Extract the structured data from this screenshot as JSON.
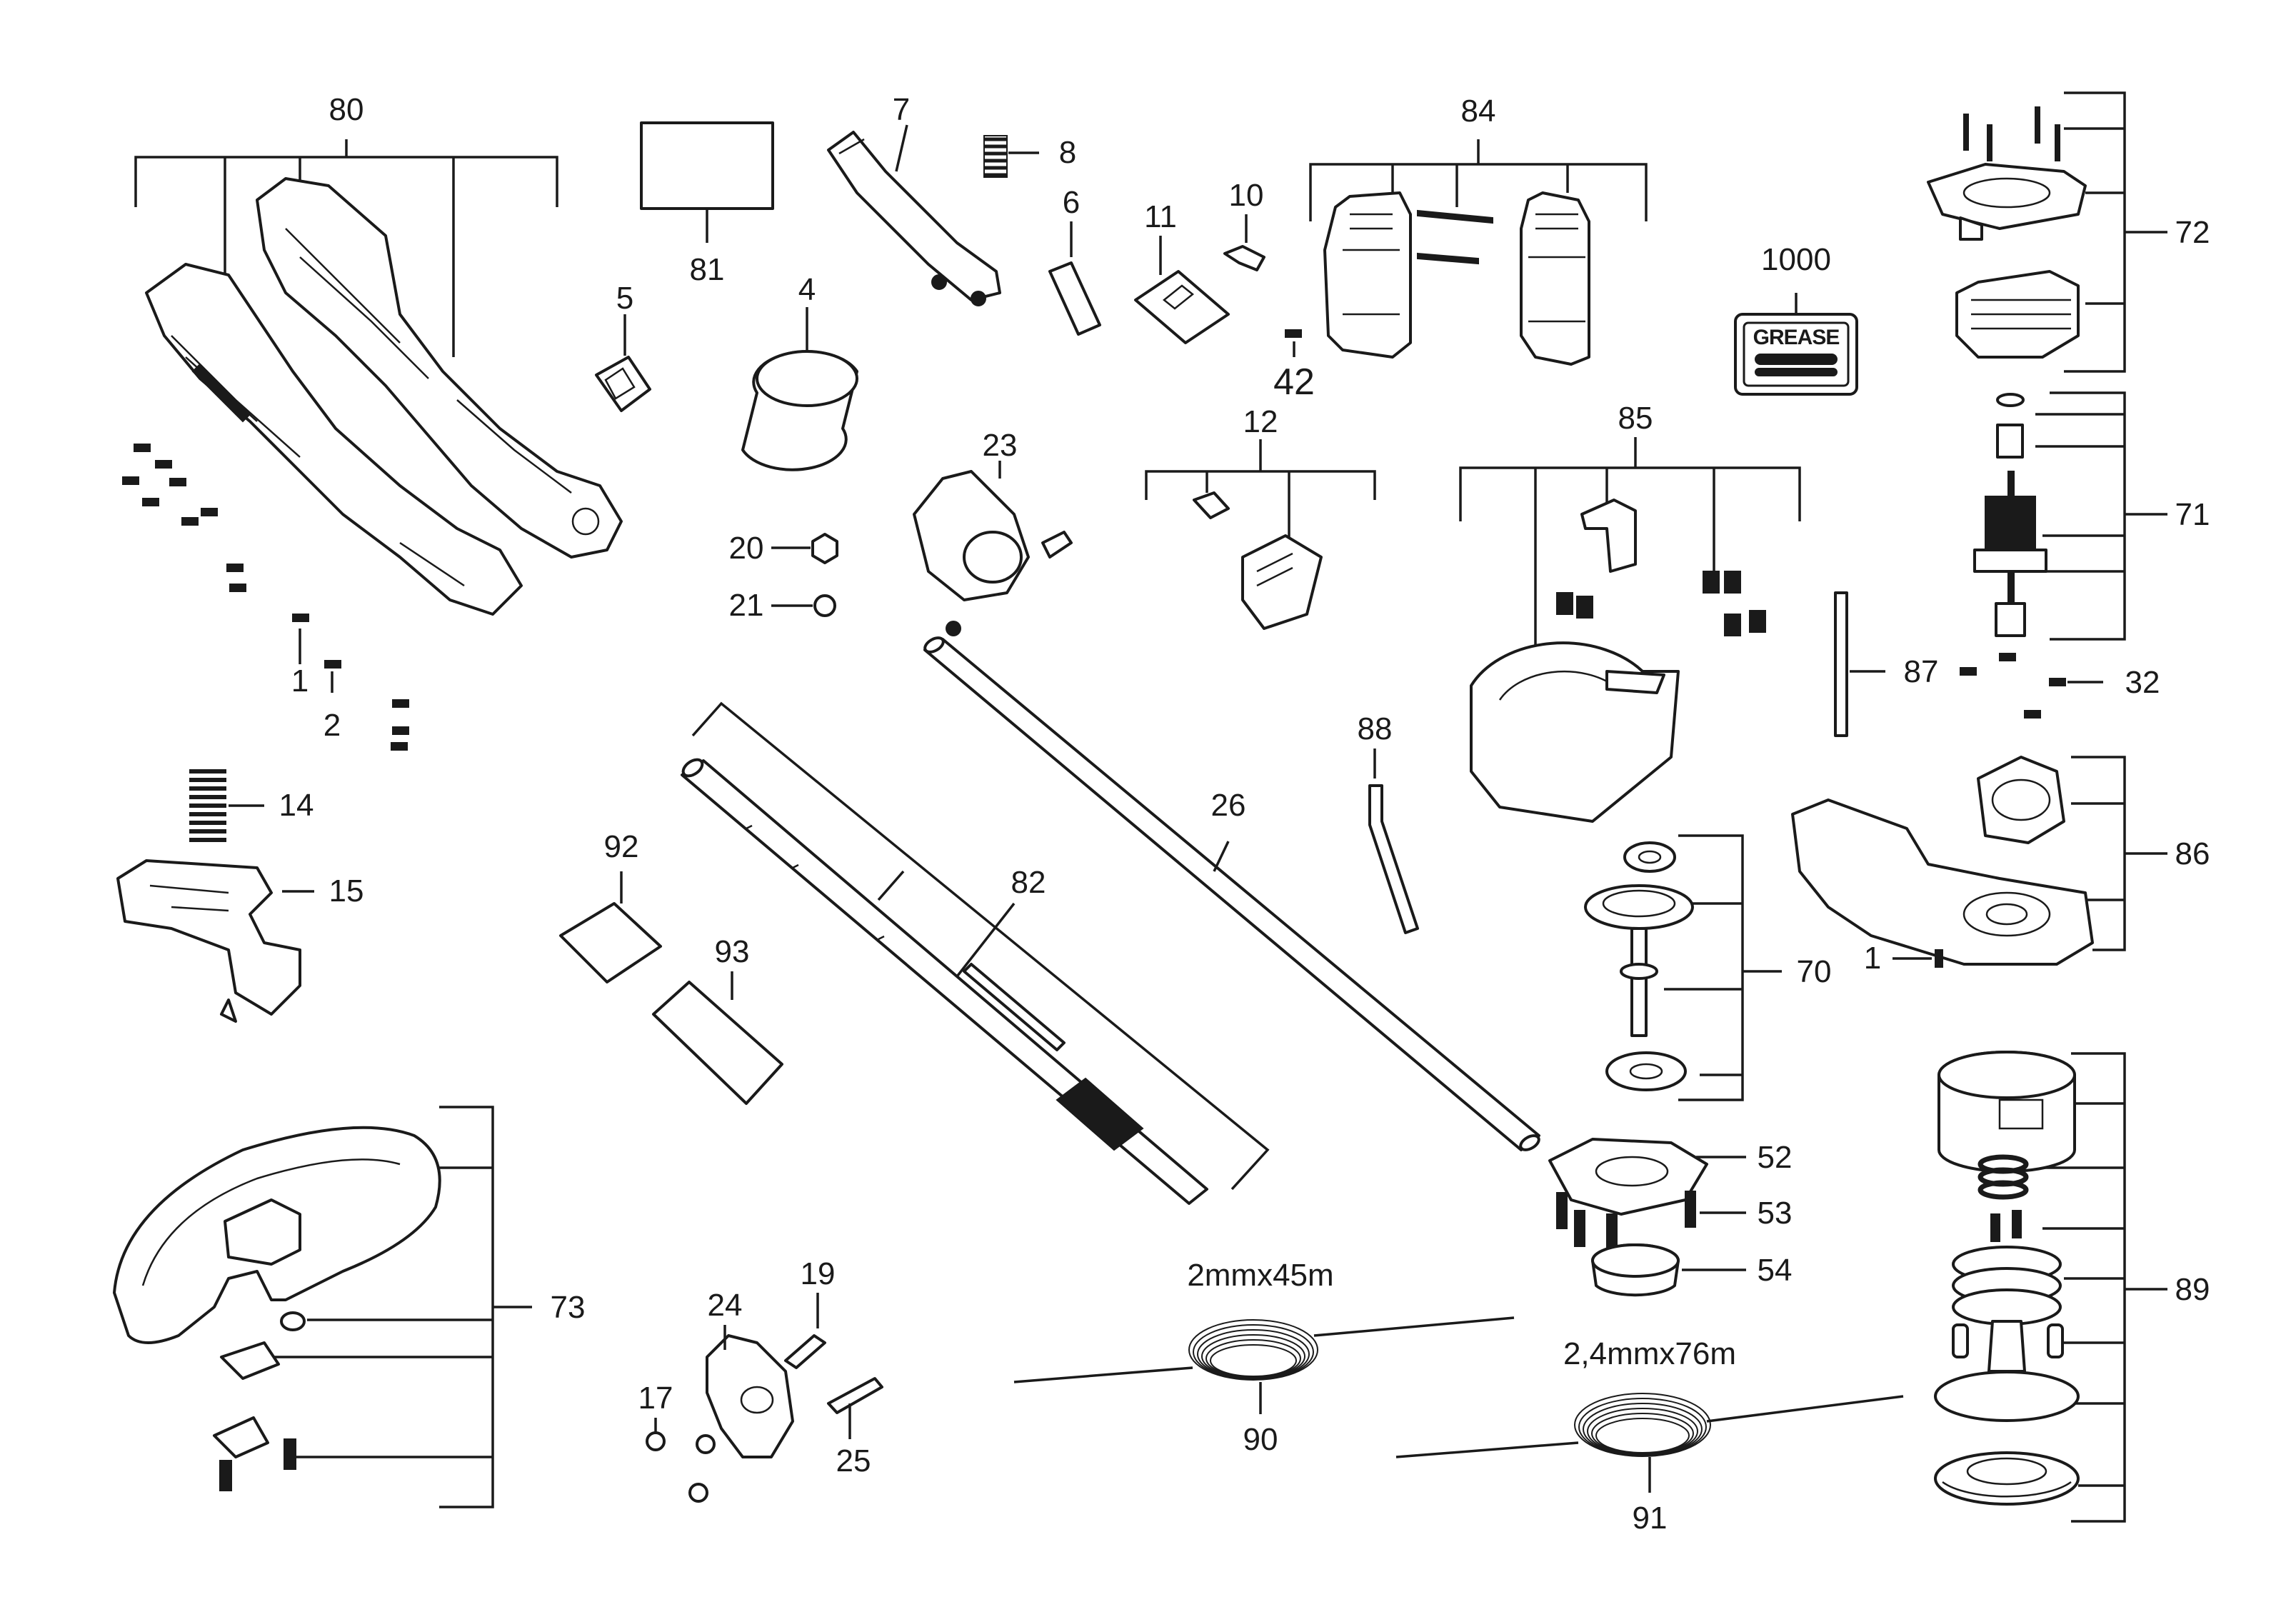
{
  "callouts": {
    "c80": "80",
    "c81": "81",
    "c7": "7",
    "c8": "8",
    "c6": "6",
    "c11": "11",
    "c10": "10",
    "c84": "84",
    "c42": "42",
    "c1000": "1000",
    "c72": "72",
    "c71": "71",
    "c32": "32",
    "c5": "5",
    "c4": "4",
    "c23": "23",
    "c12": "12",
    "c85": "85",
    "c20": "20",
    "c21": "21",
    "c1a": "1",
    "c2": "2",
    "c14": "14",
    "c15": "15",
    "c26": "26",
    "c88": "88",
    "c87": "87",
    "c86": "86",
    "c1b": "1",
    "c70": "70",
    "c92": "92",
    "c93": "93",
    "c82": "82",
    "c52": "52",
    "c53": "53",
    "c54": "54",
    "c73": "73",
    "c24": "24",
    "c19": "19",
    "c17": "17",
    "c25": "25",
    "c90": "90",
    "c91": "91",
    "c89": "89"
  },
  "grease_label": "GREASE",
  "line_specs": {
    "line90": "2mmx45m",
    "line91": "2,4mmx76m"
  }
}
